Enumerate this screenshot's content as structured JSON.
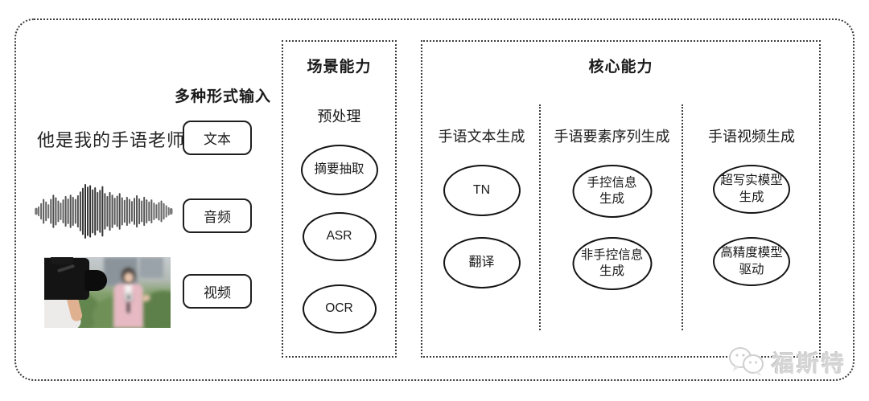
{
  "input_section": {
    "title": "多种形式输入",
    "sample_text": "他是我的手语老师",
    "items": [
      {
        "label": "文本",
        "media": "audio-waveform"
      },
      {
        "label": "音频"
      },
      {
        "label": "视频",
        "media": "reporter-video-thumbnail"
      }
    ]
  },
  "scene_section": {
    "title": "场景能力",
    "subtitle": "预处理",
    "nodes": [
      "摘要抽取",
      "ASR",
      "OCR"
    ]
  },
  "core_section": {
    "title": "核心能力",
    "columns": [
      {
        "header": "手语文本生成",
        "nodes": [
          "TN",
          "翻译"
        ]
      },
      {
        "header": "手语要素序列生成",
        "nodes": [
          "手控信息\n生成",
          "非手控信息\n生成"
        ]
      },
      {
        "header": "手语视频生成",
        "nodes": [
          "超写实模型\n生成",
          "高精度模型\n驱动"
        ]
      }
    ]
  },
  "watermark": {
    "text": "福斯特",
    "icon": "chat-bubbles-icon"
  },
  "colors": {
    "ink": "#1a1a1a",
    "dotted_border": "#3c3c3c",
    "watermark": "#d6d6d6",
    "background": "#ffffff"
  }
}
